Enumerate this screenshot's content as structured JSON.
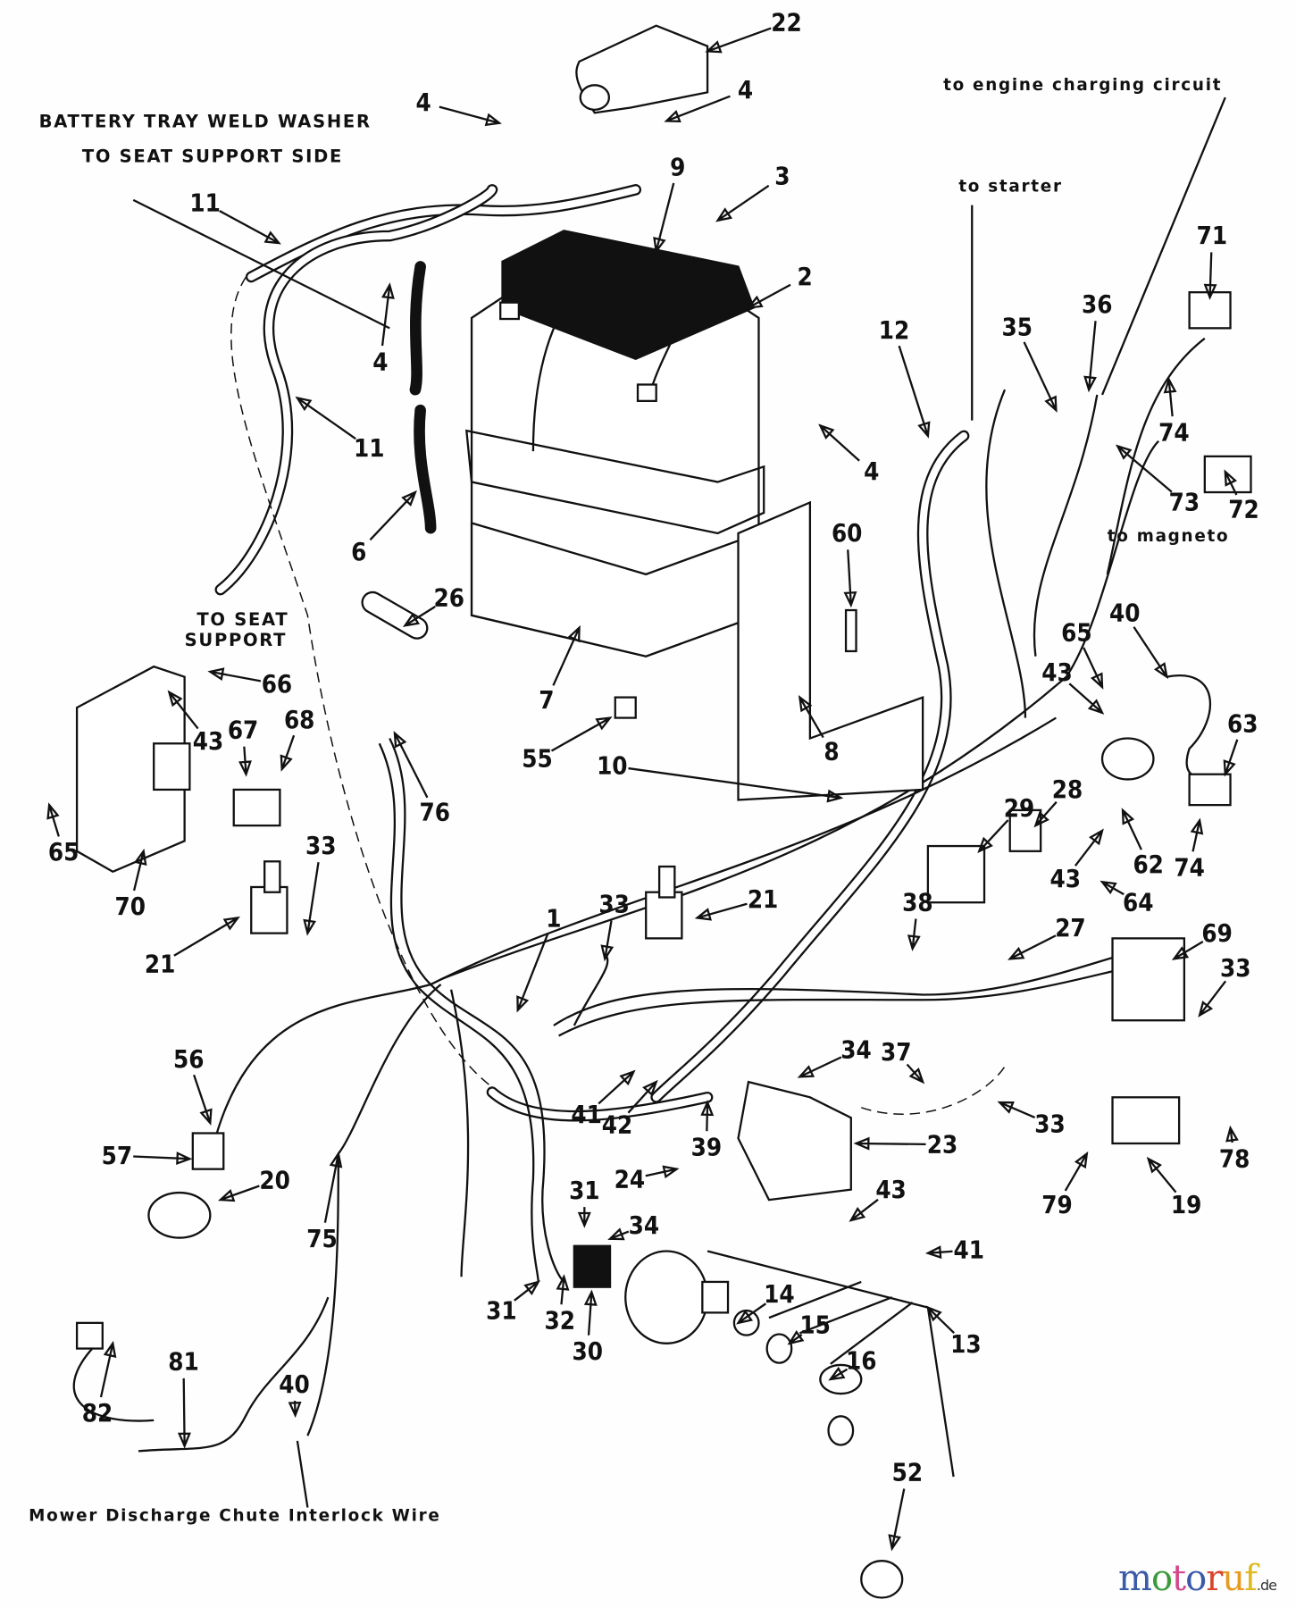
{
  "notes": {
    "battery_tray": "BATTERY TRAY WELD WASHER",
    "seat_support_side": "TO SEAT SUPPORT SIDE",
    "to_seat": "TO SEAT",
    "support": "SUPPORT",
    "engine_charging": "to engine charging circuit",
    "starter": "to starter",
    "magneto": "to magneto",
    "interlock": "Mower Discharge Chute Interlock Wire"
  },
  "callouts": [
    "22",
    "4",
    "4",
    "3",
    "9",
    "2",
    "11",
    "11",
    "4",
    "4",
    "6",
    "7",
    "26",
    "60",
    "8",
    "10",
    "55",
    "12",
    "35",
    "36",
    "71",
    "74",
    "73",
    "72",
    "40",
    "65",
    "43",
    "63",
    "62",
    "74",
    "43",
    "64",
    "29",
    "28",
    "27",
    "38",
    "69",
    "33",
    "66",
    "43",
    "65",
    "70",
    "67",
    "68",
    "76",
    "33",
    "21",
    "21",
    "33",
    "1",
    "56",
    "57",
    "20",
    "75",
    "34",
    "37",
    "33",
    "41",
    "42",
    "39",
    "24",
    "23",
    "43",
    "41",
    "78",
    "79",
    "19",
    "31",
    "34",
    "31",
    "32",
    "30",
    "14",
    "15",
    "16",
    "13",
    "82",
    "81",
    "40",
    "52"
  ],
  "watermark": {
    "text": "motoruf",
    "suffix": ".de",
    "colors": [
      "#3b5aa8",
      "#3c9a3c",
      "#d4478a",
      "#3b5aa8",
      "#d9442a",
      "#e89a1f",
      "#e0b81f"
    ]
  }
}
